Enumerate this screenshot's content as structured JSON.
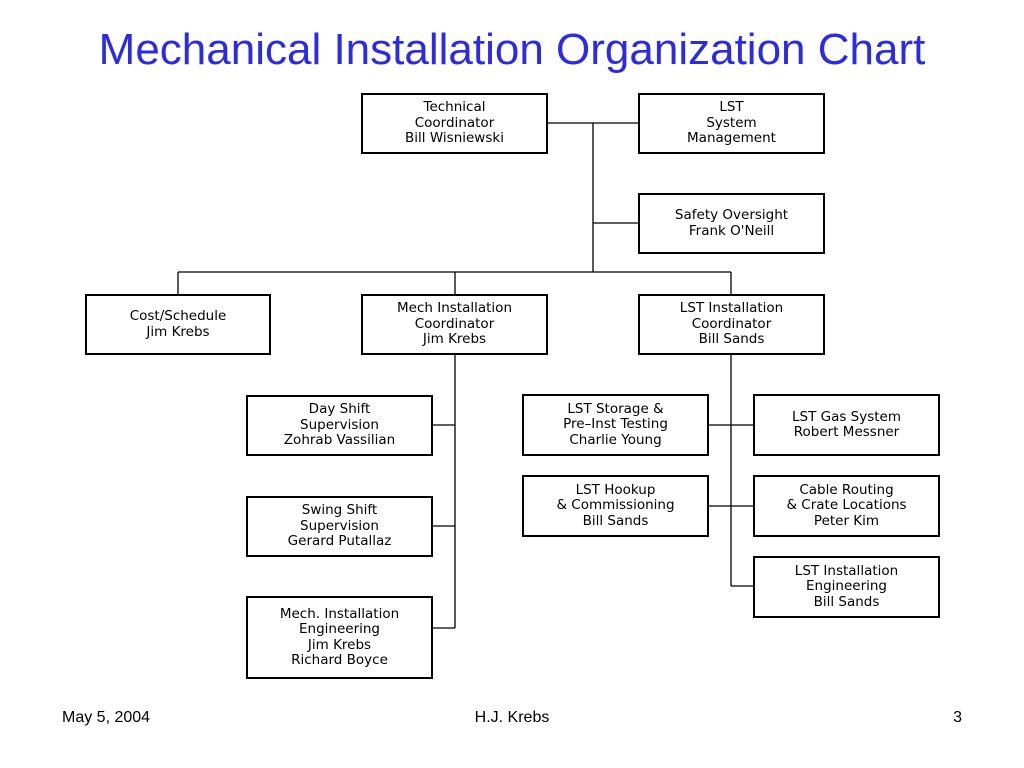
{
  "title": "Mechanical Installation Organization Chart",
  "title_color": "#2a2ae8",
  "boxes": {
    "technical_coordinator": [
      "Technical",
      "Coordinator",
      "Bill Wisniewski"
    ],
    "lst_system_management": [
      "LST",
      "System",
      "Management"
    ],
    "safety_oversight": [
      "Safety Oversight",
      "Frank O'Neill"
    ],
    "cost_schedule": [
      "Cost/Schedule",
      "Jim Krebs"
    ],
    "mech_installation_coordinator": [
      "Mech Installation",
      "Coordinator",
      "Jim Krebs"
    ],
    "lst_installation_coordinator": [
      "LST Installation",
      "Coordinator",
      "Bill Sands"
    ],
    "day_shift": [
      "Day Shift",
      "Supervision",
      "Zohrab Vassilian"
    ],
    "swing_shift": [
      "Swing Shift",
      "Supervision",
      "Gerard Putallaz"
    ],
    "mech_installation_engineering": [
      "Mech. Installation",
      "Engineering",
      "Jim Krebs",
      "Richard Boyce"
    ],
    "lst_storage": [
      "LST Storage &",
      "Pre–Inst Testing",
      "Charlie Young"
    ],
    "lst_hookup": [
      "LST Hookup",
      "& Commissioning",
      "Bill Sands"
    ],
    "lst_gas_system": [
      "LST Gas System",
      "Robert Messner"
    ],
    "cable_routing": [
      "Cable Routing",
      "& Crate Locations",
      "Peter Kim"
    ],
    "lst_installation_engineering": [
      "LST Installation",
      "Engineering",
      "Bill Sands"
    ]
  },
  "footer": {
    "date": "May 5, 2004",
    "author": "H.J. Krebs",
    "page": "3"
  }
}
